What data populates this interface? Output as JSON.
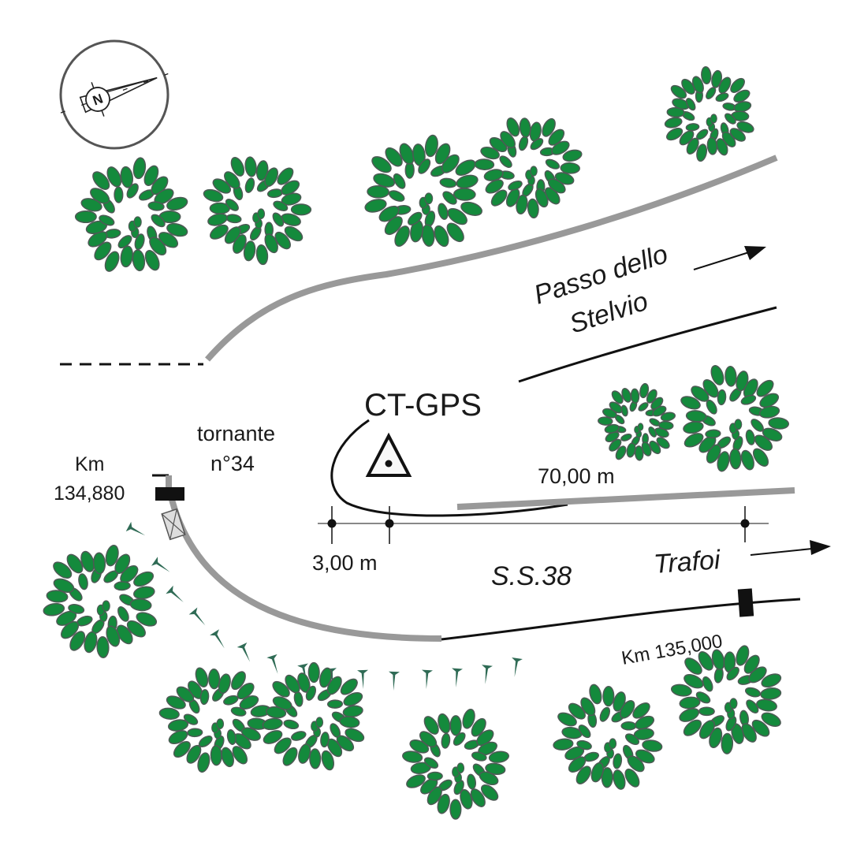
{
  "map": {
    "title": "CT-GPS",
    "station_label": "CT-GPS",
    "north_label": "N",
    "road_name": "S.S.38",
    "destinations": {
      "upper": {
        "line1": "Passo dello",
        "line2": "Stelvio"
      },
      "lower": "Trafoi"
    },
    "hairpin": {
      "line1": "tornante",
      "line2": "n°34"
    },
    "km_markers": {
      "start": {
        "line1": "Km",
        "line2": "134,880"
      },
      "end": "Km 135,000"
    },
    "distances": {
      "short": "3,00 m",
      "long": "70,00 m"
    },
    "colors": {
      "tree_fill": "#148a3c",
      "tree_outline": "#4d5a55",
      "scrub": "#2f6b55",
      "road_gray": "#999999",
      "line_black": "#111111",
      "compass_ring": "#555555"
    }
  }
}
